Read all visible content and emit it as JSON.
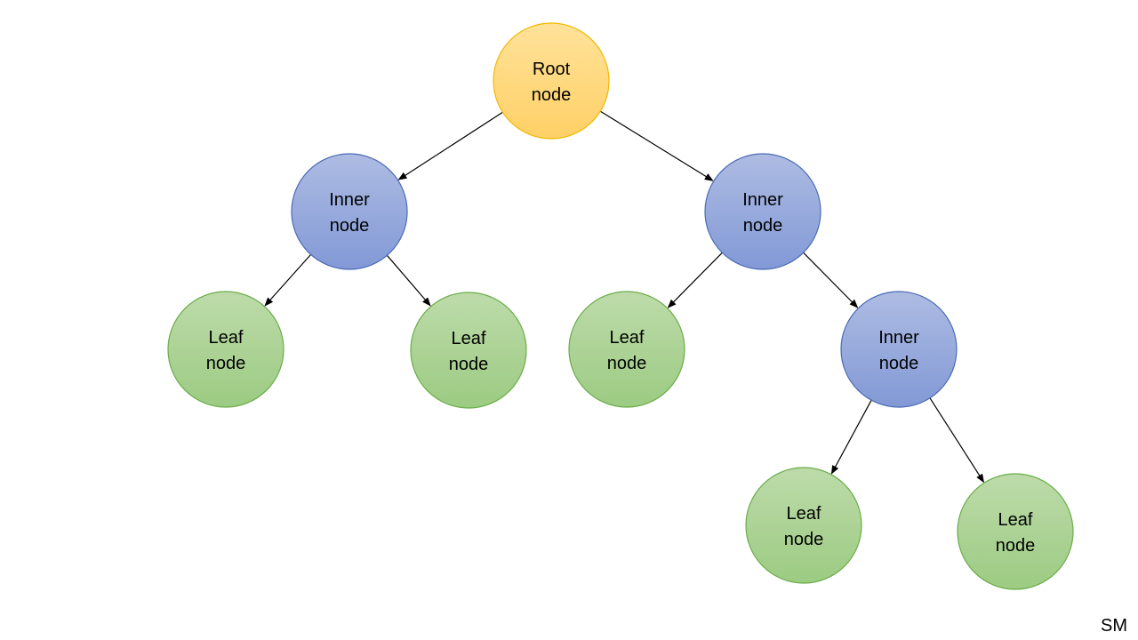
{
  "colors": {
    "root": {
      "fill_top": "#FFE29A",
      "fill_bottom": "#FFD066",
      "stroke": "#F2B800"
    },
    "inner": {
      "fill_top": "#AEBCE3",
      "fill_bottom": "#8299D6",
      "stroke": "#4A6BB5"
    },
    "leaf": {
      "fill_top": "#BDDBAA",
      "fill_bottom": "#9CCB82",
      "stroke": "#6AAD4A"
    },
    "edge": "#000000"
  },
  "nodes": [
    {
      "id": "root",
      "kind": "root",
      "line1": "Root",
      "line2": "node"
    },
    {
      "id": "inner-left",
      "kind": "inner",
      "line1": "Inner",
      "line2": "node"
    },
    {
      "id": "inner-right",
      "kind": "inner",
      "line1": "Inner",
      "line2": "node"
    },
    {
      "id": "leaf-1",
      "kind": "leaf",
      "line1": "Leaf",
      "line2": "node"
    },
    {
      "id": "leaf-2",
      "kind": "leaf",
      "line1": "Leaf",
      "line2": "node"
    },
    {
      "id": "leaf-3",
      "kind": "leaf",
      "line1": "Leaf",
      "line2": "node"
    },
    {
      "id": "inner-deep",
      "kind": "inner",
      "line1": "Inner",
      "line2": "node"
    },
    {
      "id": "leaf-4",
      "kind": "leaf",
      "line1": "Leaf",
      "line2": "node"
    },
    {
      "id": "leaf-5",
      "kind": "leaf",
      "line1": "Leaf",
      "line2": "node"
    }
  ],
  "edges": [
    {
      "from": "root",
      "to": "inner-left"
    },
    {
      "from": "root",
      "to": "inner-right"
    },
    {
      "from": "inner-left",
      "to": "leaf-1"
    },
    {
      "from": "inner-left",
      "to": "leaf-2"
    },
    {
      "from": "inner-right",
      "to": "leaf-3"
    },
    {
      "from": "inner-right",
      "to": "inner-deep"
    },
    {
      "from": "inner-deep",
      "to": "leaf-4"
    },
    {
      "from": "inner-deep",
      "to": "leaf-5"
    }
  ],
  "signature": "SM"
}
